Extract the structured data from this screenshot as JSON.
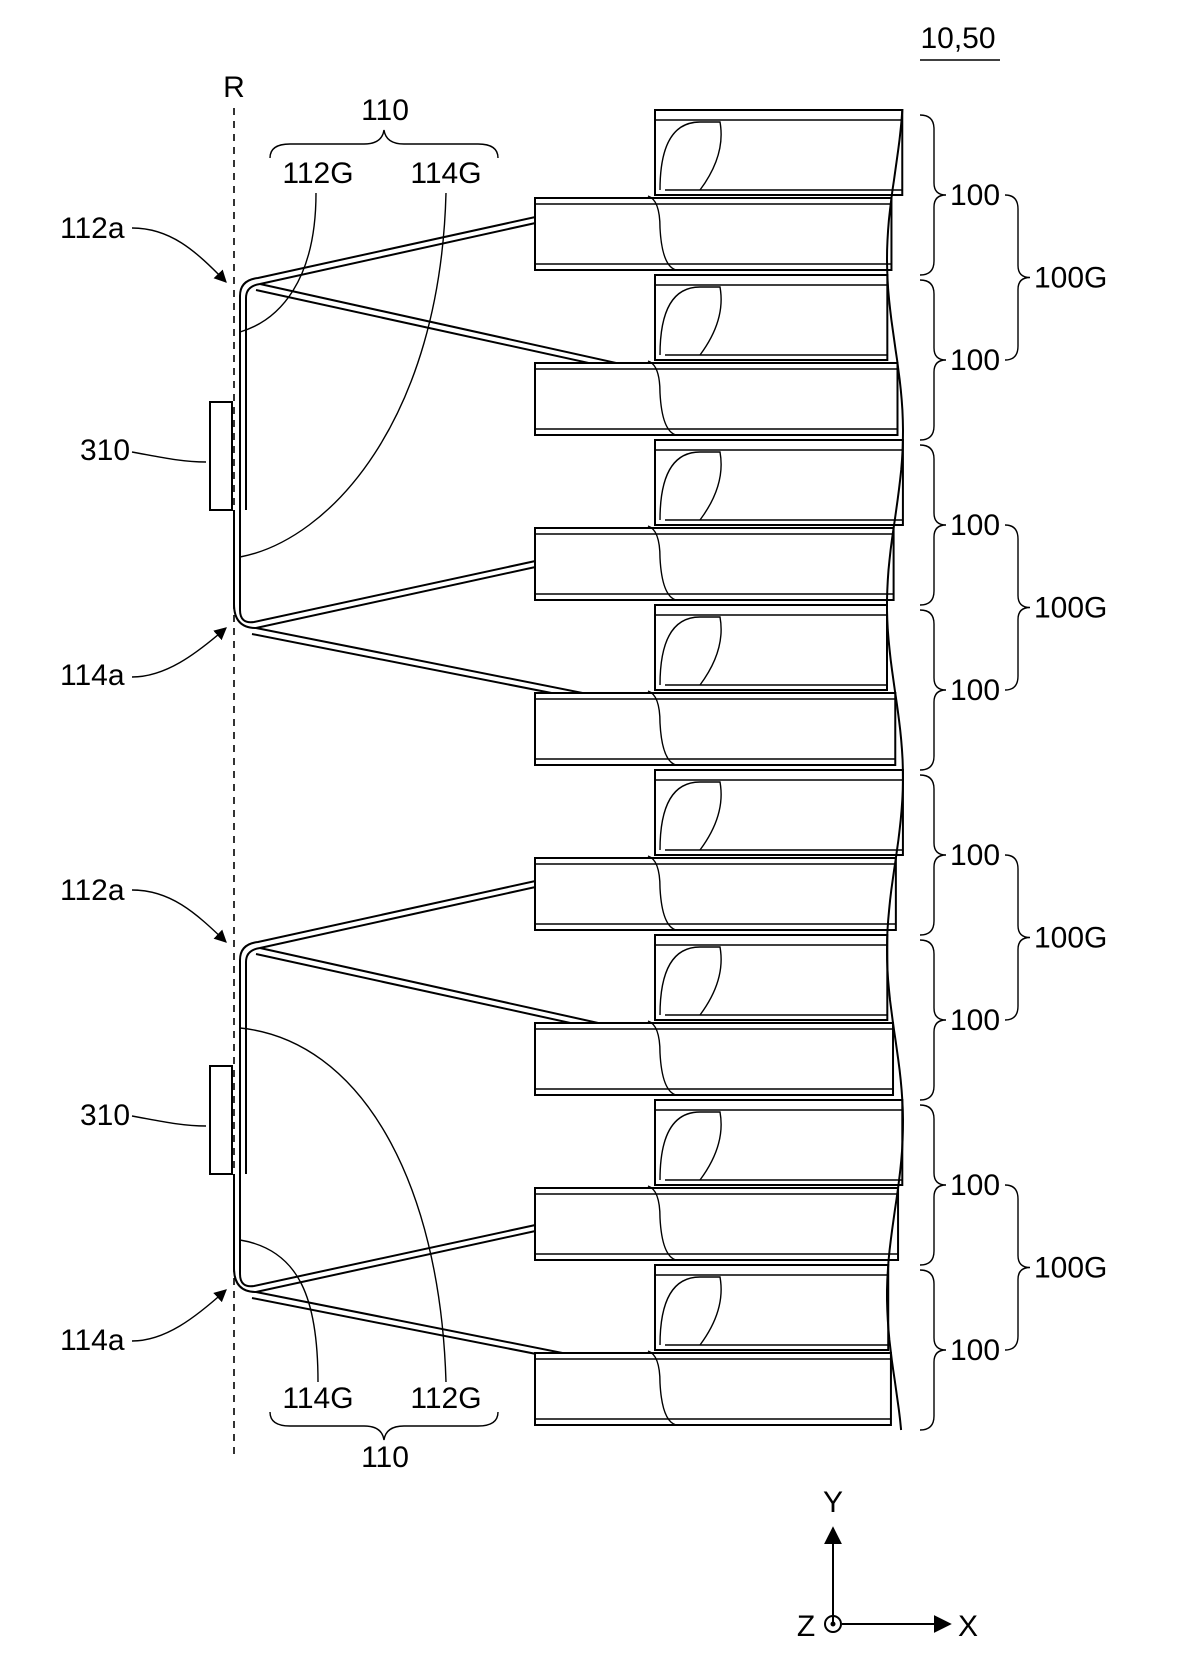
{
  "figure_ref": "10,50",
  "reference_line_label": "R",
  "top_group": {
    "label": "110",
    "left": "112G",
    "right": "114G"
  },
  "bottom_group": {
    "label": "110",
    "left": "114G",
    "right": "112G"
  },
  "left_labels": [
    "112a",
    "310",
    "114a",
    "112a",
    "310",
    "114a"
  ],
  "cell_label": "100",
  "group_label": "100G",
  "axes": {
    "y": "Y",
    "x": "X",
    "z": "Z"
  }
}
